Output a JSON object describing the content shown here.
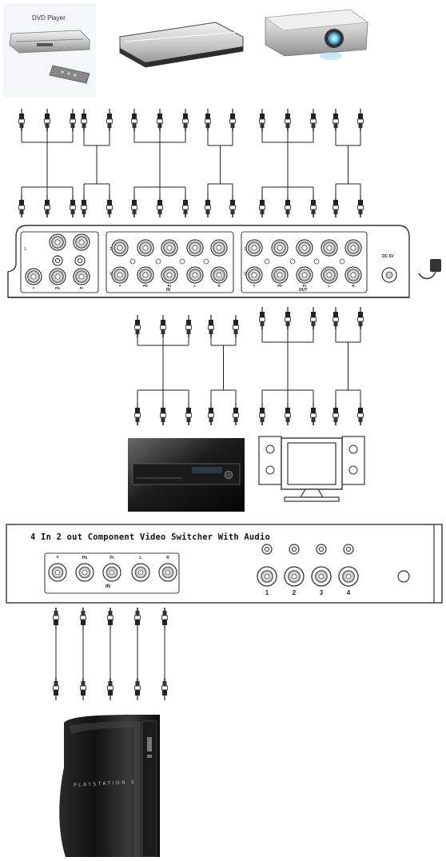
{
  "top_devices": {
    "dvd_player_label": "DVD Player"
  },
  "switcher_a": {
    "in_panel_label": "IN",
    "out_panel_label": "OUT",
    "dc_label": "DC 5V",
    "row1_label": "1",
    "row2_label": "2",
    "row1b_label": "2",
    "row2b_label": "3",
    "out_row1_label": "1",
    "out_row2_label": "2",
    "port_labels_a": [
      "Y",
      "Pb",
      "Pr",
      "L",
      "R"
    ],
    "port_labels_b": [
      "Y",
      "Pb",
      "Pr",
      "L",
      "R"
    ],
    "port_labels_out": [
      "Y",
      "Pb",
      "Pr",
      "L",
      "R"
    ]
  },
  "switcher_b": {
    "title": "4 In 2 out Component Video Switcher With Audio",
    "in_label": "IN",
    "jack_labels": [
      "Y",
      "Pb",
      "Pr",
      "L",
      "R"
    ],
    "input_numbers": [
      "1",
      "2",
      "3",
      "4"
    ]
  },
  "console": {
    "logo_text": "PLAYSTATION 3"
  }
}
